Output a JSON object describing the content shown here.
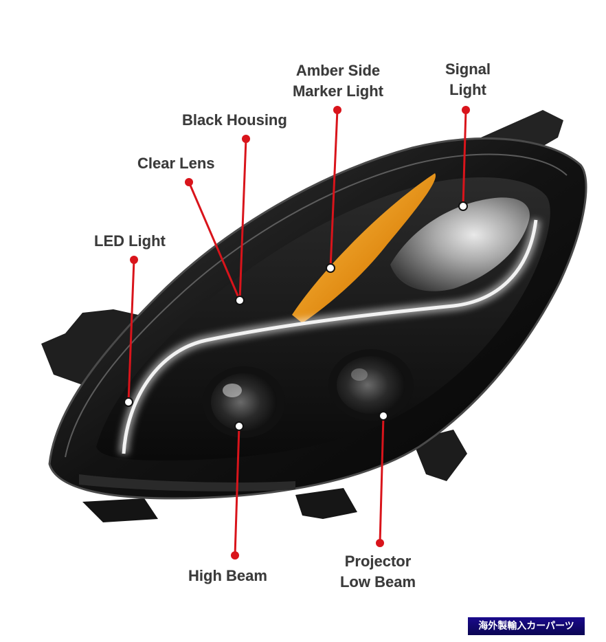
{
  "labels": {
    "amber_side_marker": {
      "line1": "Amber Side",
      "line2": "Marker Light"
    },
    "signal_light": {
      "line1": "Signal",
      "line2": "Light"
    },
    "black_housing": "Black Housing",
    "clear_lens": "Clear Lens",
    "led_light": "LED Light",
    "high_beam": "High Beam",
    "projector_low_beam": {
      "line1": "Projector",
      "line2": "Low Beam"
    }
  },
  "colors": {
    "callout_red": "#d9141b",
    "label_text": "#3a3a3a",
    "amber": "#f0a02a",
    "housing": "#141414"
  },
  "watermark": "海外製輸入カーパーツ"
}
